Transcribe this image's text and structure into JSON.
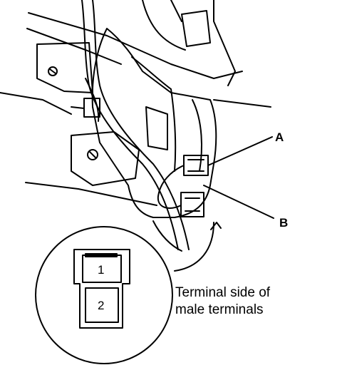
{
  "callouts": {
    "a": "A",
    "b": "B"
  },
  "connector": {
    "pin_top": "1",
    "pin_bottom": "2"
  },
  "caption": {
    "line1": "Terminal side of",
    "line2": "male terminals"
  },
  "colors": {
    "ink": "#000000",
    "paper": "#ffffff"
  }
}
